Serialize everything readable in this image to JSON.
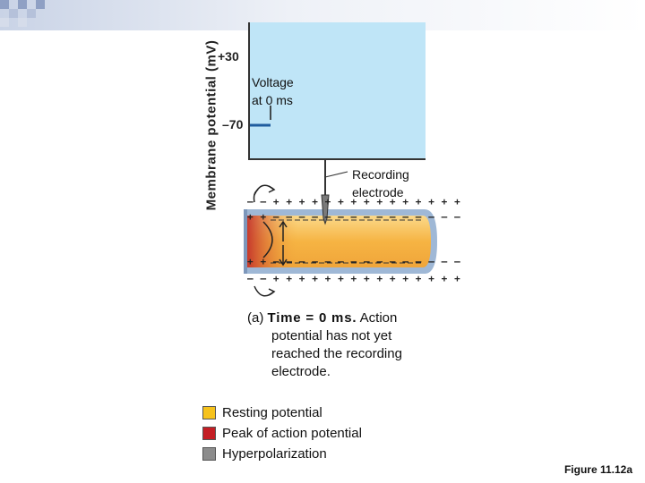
{
  "yaxis": {
    "label": "Membrane potential (mV)",
    "ticks": [
      "+30",
      "–70"
    ]
  },
  "graph_annotation": "Voltage\nat 0 ms",
  "electrode_label": "Recording\nelectrode",
  "charges": {
    "outer_top": "– – + + + + + + + + + + + + + + +",
    "inner_top": "+ + – – – – – – – – – – – – – – –",
    "inner_bottom": "+ + – – – – – – – – – – – – – – –",
    "outer_bottom": "– – + + + + + + + + + + + + + + +"
  },
  "caption": {
    "part": "(a)",
    "bold": "Time = 0 ms.",
    "lines": [
      "Action",
      "potential has not yet",
      "reached the recording",
      "electrode."
    ]
  },
  "legend": [
    {
      "label": "Resting potential",
      "color": "#f6c21c"
    },
    {
      "label": "Peak of action potential",
      "color": "#c41e24"
    },
    {
      "label": "Hyperpolarization",
      "color": "#8c8c8c"
    }
  ],
  "figure_label": "Figure 11.12a",
  "colors": {
    "plot_bg": "#bfe5f7",
    "trace": "#1f5c9e",
    "axon_body": "#f7b23a",
    "membrane": "#9fb8d6"
  }
}
